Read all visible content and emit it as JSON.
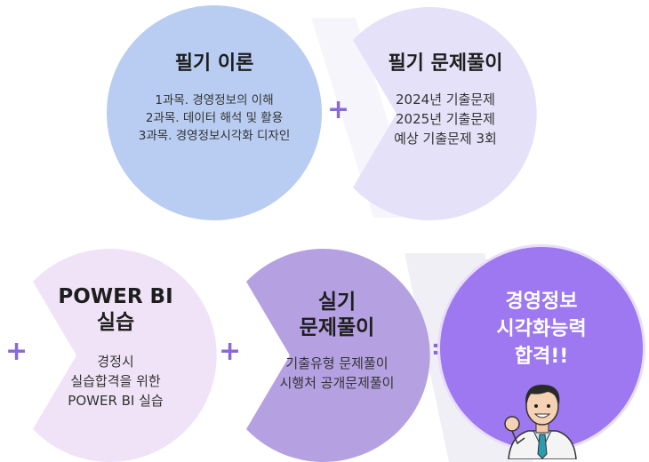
{
  "colors": {
    "circle1": "#b9cdf2",
    "circle2": "#e4e1f8",
    "circle3": "#f0e3f7",
    "circle4": "#b5a0e2",
    "result": "#9d78f0",
    "operator": "#8a68d6"
  },
  "written_theory": {
    "title": "필기 이론",
    "lines": [
      "1과목. 경영정보의 이해",
      "2과목. 데이터 해석 및 활용",
      "3과목. 경영정보시각화 디자인"
    ]
  },
  "written_practice": {
    "title": "필기 문제풀이",
    "lines": [
      "2024년 기출문제",
      "2025년 기출문제",
      "예상 기출문제 3회"
    ]
  },
  "powerbi": {
    "title_line1": "POWER BI",
    "title_line2": "실습",
    "lines": [
      "경정시",
      "실습합격을 위한",
      "POWER BI 실습"
    ]
  },
  "practical": {
    "title_line1": "실기",
    "title_line2": "문제풀이",
    "lines": [
      "기출유형 문제풀이",
      "시행처 공개문제풀이"
    ]
  },
  "result": {
    "line1": "경영정보",
    "line2": "시각화능력",
    "line3": "합격!!"
  },
  "operators": {
    "plus": "+",
    "equals": "="
  }
}
